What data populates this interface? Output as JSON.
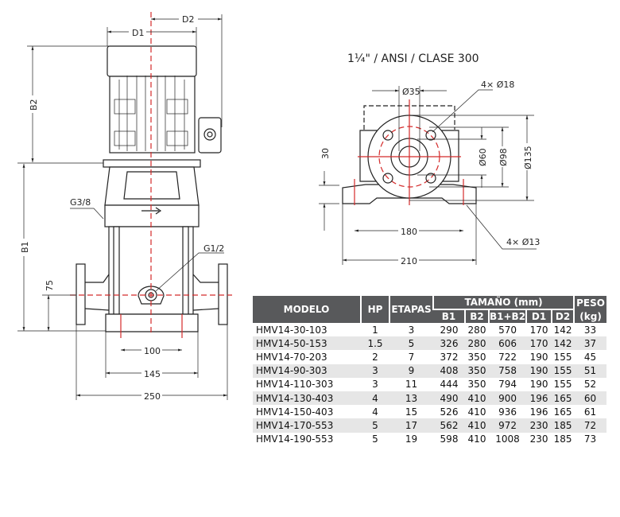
{
  "side_view": {
    "labels": {
      "d1": "D1",
      "d2": "D2",
      "b1": "B1",
      "b2": "B2",
      "g38": "G3/8",
      "g12": "G1/2",
      "h75": "75",
      "w100": "100",
      "w145": "145",
      "w250": "250"
    }
  },
  "flange_view": {
    "title": "1¼\" / ANSI / CLASE 300",
    "labels": {
      "d35": "Ø35",
      "holes18": "4× Ø18",
      "d60": "Ø60",
      "d98": "Ø98",
      "d135": "Ø135",
      "h30": "30",
      "w180": "180",
      "w210": "210",
      "holes13": "4× Ø13"
    }
  },
  "accent_color": "#d42a2a",
  "table": {
    "headers": {
      "modelo": "MODELO",
      "hp": "HP",
      "etapas": "ETAPAS",
      "tamano": "TAMAÑO (mm)",
      "peso": "PESO",
      "peso_unit": "(kg)",
      "b1": "B1",
      "b2": "B2",
      "b1b2": "B1+B2",
      "d1": "D1",
      "d2": "D2"
    },
    "rows": [
      [
        "HMV14-30-103",
        "1",
        "3",
        "290",
        "280",
        "570",
        "170",
        "142",
        "33"
      ],
      [
        "HMV14-50-153",
        "1.5",
        "5",
        "326",
        "280",
        "606",
        "170",
        "142",
        "37"
      ],
      [
        "HMV14-70-203",
        "2",
        "7",
        "372",
        "350",
        "722",
        "190",
        "155",
        "45"
      ],
      [
        "HMV14-90-303",
        "3",
        "9",
        "408",
        "350",
        "758",
        "190",
        "155",
        "51"
      ],
      [
        "HMV14-110-303",
        "3",
        "11",
        "444",
        "350",
        "794",
        "190",
        "155",
        "52"
      ],
      [
        "HMV14-130-403",
        "4",
        "13",
        "490",
        "410",
        "900",
        "196",
        "165",
        "60"
      ],
      [
        "HMV14-150-403",
        "4",
        "15",
        "526",
        "410",
        "936",
        "196",
        "165",
        "61"
      ],
      [
        "HMV14-170-553",
        "5",
        "17",
        "562",
        "410",
        "972",
        "230",
        "185",
        "72"
      ],
      [
        "HMV14-190-553",
        "5",
        "19",
        "598",
        "410",
        "1008",
        "230",
        "185",
        "73"
      ]
    ]
  }
}
